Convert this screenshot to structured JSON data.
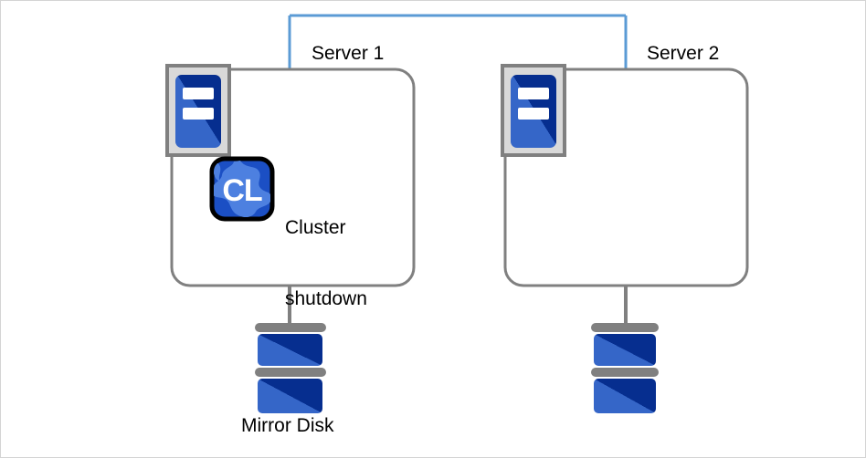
{
  "diagram": {
    "title_text": "",
    "colors": {
      "interconnect_line": "#5b9bd5",
      "box_border": "#808080",
      "icon_blue_light": "#3566c8",
      "icon_blue_dark": "#062e8f",
      "icon_frame_fill": "#d9d9d9",
      "icon_frame_border": "#808080",
      "cl_icon_bg": "#1b4fc4",
      "cl_icon_splash": "#4d80e0",
      "cl_icon_border": "#000000",
      "text": "#000000",
      "canvas_border": "#d4d4d4",
      "disk_bar": "#808080"
    },
    "nodes": [
      {
        "id": "server-1",
        "label": "Server 1",
        "server_icon": "server-icon",
        "status_icon": "cl-cluster-icon",
        "status_label": "Cluster\nshutdown",
        "status_label_line1": "Cluster",
        "status_label_line2": "shutdown",
        "storage": {
          "id": "mirror-disk-1",
          "label": "Mirror Disk",
          "icon": "disk-stack-icon"
        }
      },
      {
        "id": "server-2",
        "label": "Server 2",
        "server_icon": "server-icon",
        "status_icon": "",
        "status_label": "",
        "storage": {
          "id": "mirror-disk-2",
          "label": "",
          "icon": "disk-stack-icon"
        }
      }
    ],
    "connections": [
      {
        "id": "interconnect",
        "from": "server-1",
        "to": "server-2",
        "style": "blue-bracket",
        "label": ""
      },
      {
        "id": "disk-link-1",
        "from": "server-1",
        "to": "mirror-disk-1",
        "style": "gray-line",
        "label": ""
      },
      {
        "id": "disk-link-2",
        "from": "server-2",
        "to": "mirror-disk-2",
        "style": "gray-line",
        "label": ""
      }
    ]
  }
}
